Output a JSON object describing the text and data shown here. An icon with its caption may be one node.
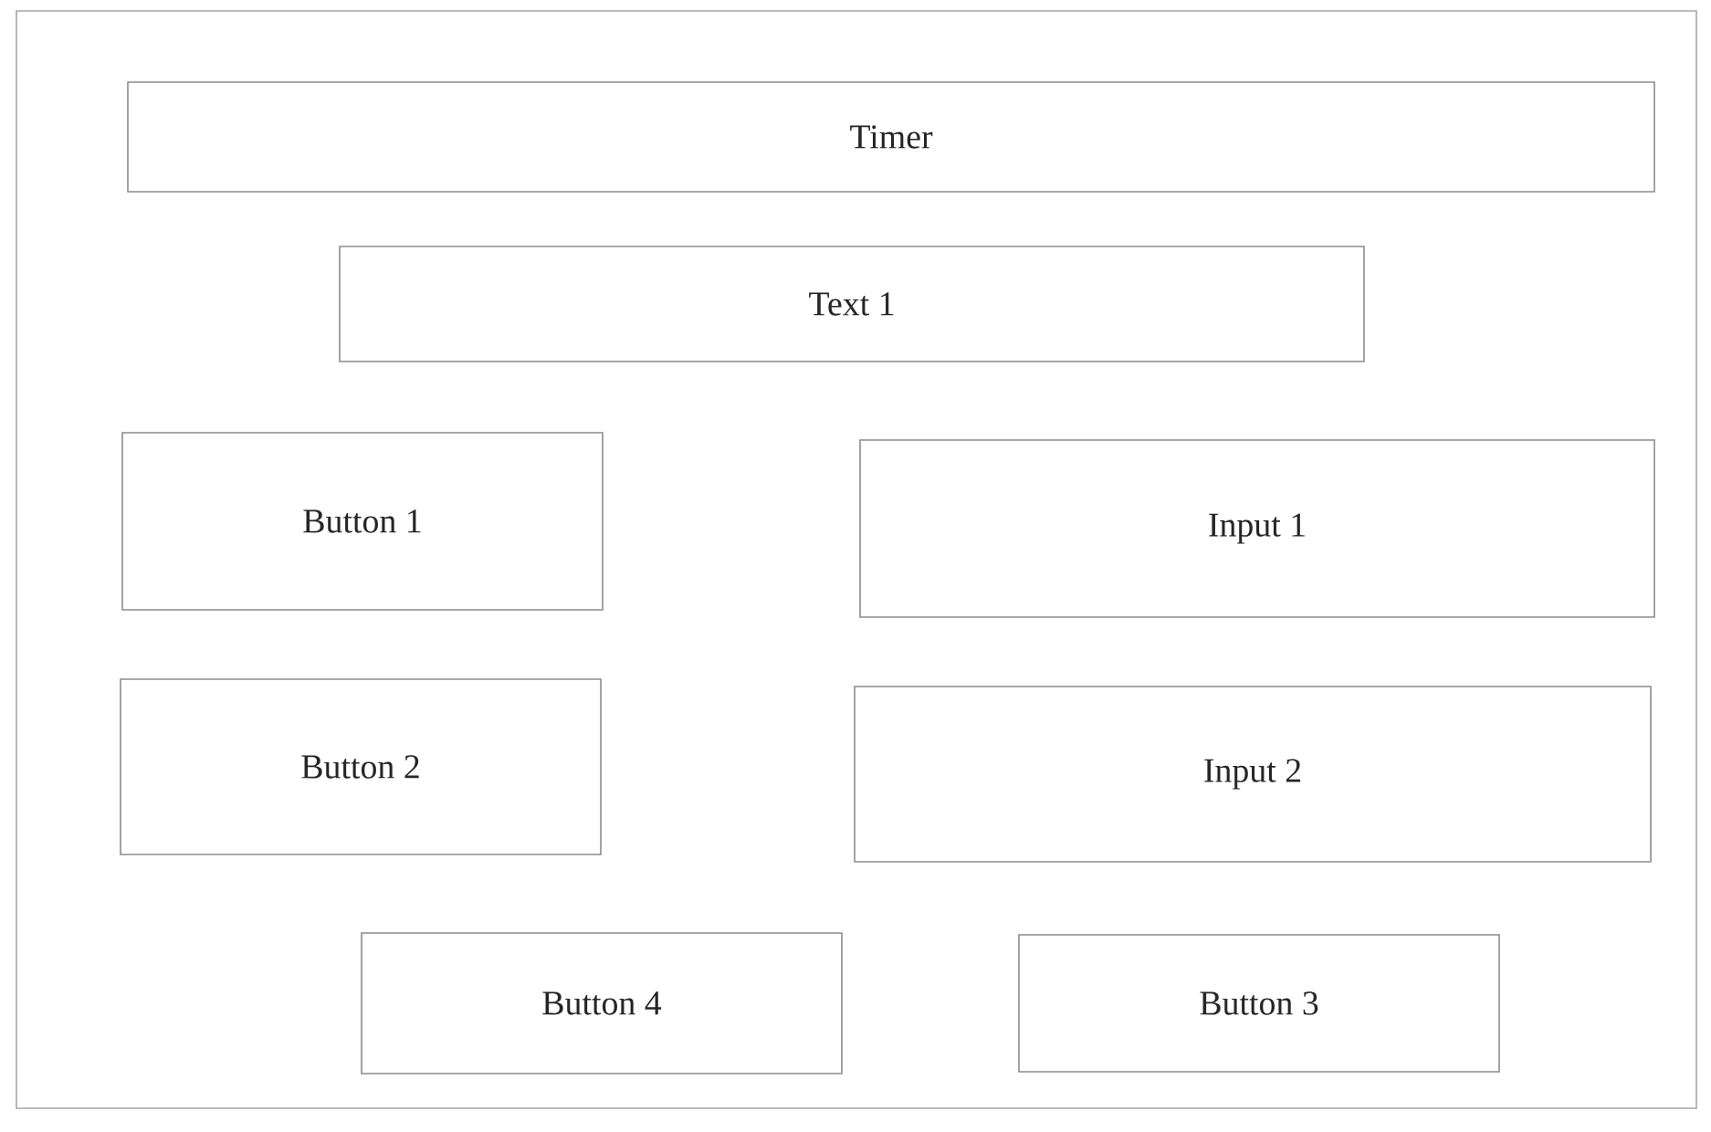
{
  "diagram": {
    "nodes": [
      {
        "text": [],
        "shape": "box"
      },
      {
        "text": [
          "Timer"
        ],
        "in": 0
      },
      {
        "text": [
          "Text 1"
        ],
        "in": 0
      },
      {
        "text": [
          "Button 1"
        ],
        "in": 0
      },
      {
        "text": [
          "Input 1"
        ],
        "in": 0
      },
      {
        "text": [
          "Button 2"
        ],
        "in": 0
      },
      {
        "text": [
          "Input 2"
        ],
        "in": 0
      },
      {
        "text": [
          "Button 4"
        ],
        "in": 0
      },
      {
        "text": [
          "Button 3"
        ],
        "in": 0
      }
    ]
  }
}
